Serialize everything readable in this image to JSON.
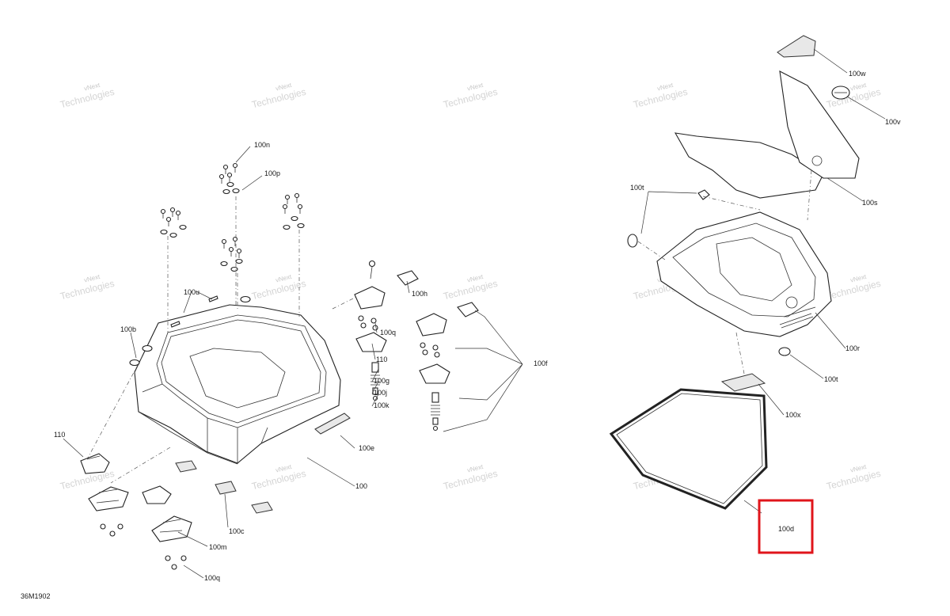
{
  "figure_code": "36M1902",
  "watermark": {
    "line1": "vNext",
    "line2": "Technologies",
    "combined": "vNext Technologies"
  },
  "callouts": [
    "100n",
    "100p",
    "100u",
    "100b",
    "110",
    "100h",
    "100q",
    "100g",
    "100j",
    "100k",
    "100f",
    "100e",
    "100",
    "100c",
    "100m",
    "100w",
    "100v",
    "100s",
    "100t",
    "100r",
    "100x",
    "100d"
  ],
  "highlighted_callout": "100d",
  "colors": {
    "highlight": "#e0151b",
    "line": "#222222",
    "watermark": "#c8c8c8"
  }
}
